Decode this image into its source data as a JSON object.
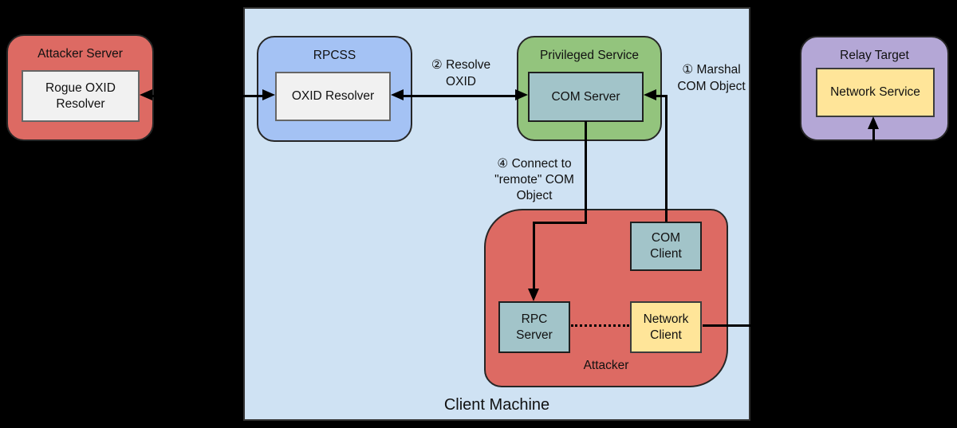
{
  "client_machine": {
    "label": "Client Machine"
  },
  "boxes": {
    "attacker_server": {
      "title": "Attacker Server",
      "inner_label": "Rogue OXID Resolver"
    },
    "rpcss": {
      "title": "RPCSS",
      "inner_label": "OXID Resolver"
    },
    "privileged_service": {
      "title": "Privileged Service",
      "inner_label": "COM Server"
    },
    "relay_target": {
      "title": "Relay Target",
      "inner_label": "Network Service"
    },
    "attacker": {
      "title": "Attacker",
      "com_client_label": "COM\nClient",
      "rpc_server_label": "RPC\nServer",
      "network_client_label": "Network\nClient"
    }
  },
  "annotations": {
    "step1_label": "① Marshal\nCOM Object",
    "step2_label": "② Resolve\nOXID",
    "step4_label": "④ Connect to\n\"remote\" COM\nObject"
  },
  "colors": {
    "background": "#000000",
    "client_machine_fill": "#cfe2f3",
    "attacker_red": "#dd6a63",
    "rpcss_blue": "#a4c2f4",
    "privileged_green": "#93c47d",
    "relay_purple": "#b4a7d6",
    "com_teal": "#a2c4c9",
    "network_yellow": "#ffe599",
    "resolver_gray": "#f1f1f1",
    "line_black": "#000000"
  }
}
